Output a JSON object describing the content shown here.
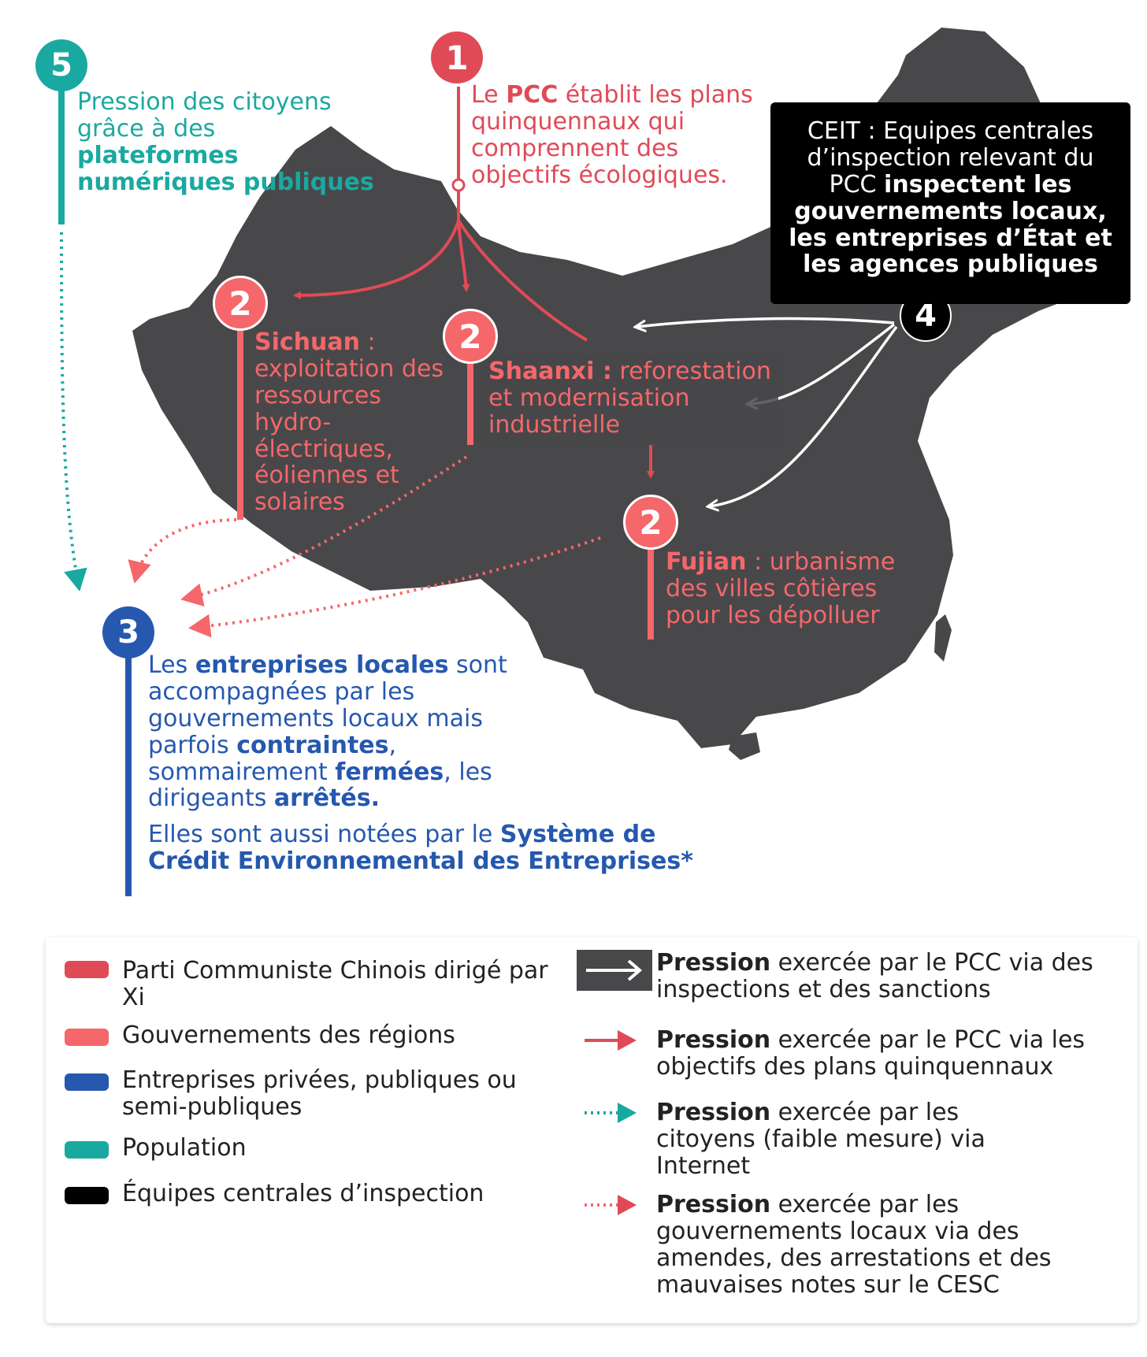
{
  "colors": {
    "pcc": "#e04a57",
    "regions": "#f5676a",
    "companies": "#2558ae",
    "population": "#1aa9a0",
    "inspection": "#000000",
    "map": "#48484a"
  },
  "nodes": {
    "n1": {
      "num": "1",
      "pre": "Le ",
      "bold": "PCC",
      "post": " établit les plans quinquennaux qui comprennent des objectifs écologiques."
    },
    "n2a": {
      "num": "2",
      "bold": "Sichuan",
      "post": " : exploitation des ressources hydro-électriques, éoliennes et solaires"
    },
    "n2b": {
      "num": "2",
      "bold": "Shaanxi :",
      "post": " reforestation et modernisation industrielle"
    },
    "n2c": {
      "num": "2",
      "bold": "Fujian",
      "post": " : urbanisme des villes côtières pour les dépolluer"
    },
    "n3": {
      "num": "3",
      "p1_a": "Les ",
      "p1_b": "entreprises locales",
      "p1_c": " sont accompagnées par les gouvernements locaux mais parfois ",
      "p1_d": "contraintes",
      "p1_e": ", sommairement ",
      "p1_f": "fermées",
      "p1_g": ", les dirigeants ",
      "p1_h": "arrêtés.",
      "p2_a": "Elles sont aussi notées par le ",
      "p2_b": "Système de Crédit Environnemental des Entreprises*"
    },
    "n4": {
      "num": "4",
      "pre": "CEIT : Equipes centrales d’inspection relevant du PCC ",
      "bold": "inspectent les gouvernements locaux, les entreprises d’État et les agences publiques"
    },
    "n5": {
      "num": "5",
      "pre": "Pression des citoyens grâce à des ",
      "bold": "plateformes numériques publiques"
    }
  },
  "legend": {
    "swatches": [
      "Parti Communiste Chinois dirigé par Xi",
      "Gouvernements des régions",
      "Entreprises privées, publiques ou semi-publiques",
      "Population",
      "Équipes centrales d’inspection"
    ],
    "arrows": [
      {
        "bold": "Pression",
        "rest": " exercée par le PCC via des inspections et des sanctions"
      },
      {
        "bold": "Pression",
        "rest": " exercée par le PCC via les objectifs des plans quinquennaux"
      },
      {
        "bold": "Pression",
        "rest": " exercée par les citoyens (faible mesure) via Internet"
      },
      {
        "bold": "Pression",
        "rest": " exercée par les gouvernements locaux via des amendes, des arrestations et des mauvaises notes sur le CESC"
      }
    ]
  }
}
